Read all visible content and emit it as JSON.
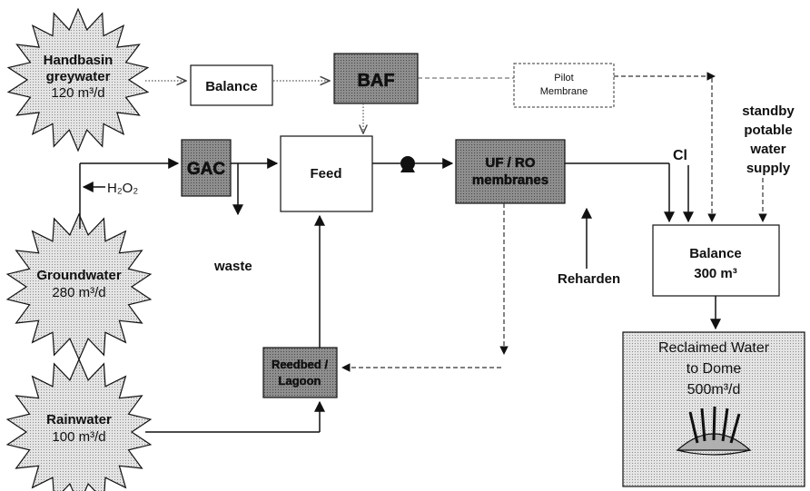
{
  "sources": {
    "handbasin": {
      "line1": "Handbasin",
      "line2": "greywater",
      "flow": "120 m³/d"
    },
    "groundwater": {
      "line1": "Groundwater",
      "flow": "280 m³/d"
    },
    "rainwater": {
      "line1": "Rainwater",
      "flow": "100 m³/d"
    }
  },
  "units": {
    "balance_top": "Balance",
    "baf": "BAF",
    "pilot_line1": "Pilot",
    "pilot_line2": "Membrane",
    "gac": "GAC",
    "feed": "Feed",
    "membranes_line1": "UF / RO",
    "membranes_line2": "membranes",
    "reedbed_line1": "Reedbed /",
    "reedbed_line2": "Lagoon",
    "balance_main_line1": "Balance",
    "balance_main_line2": "300 m³",
    "reclaimed_line1": "Reclaimed Water",
    "reclaimed_line2": "to Dome",
    "reclaimed_line3": "500m³/d"
  },
  "labels": {
    "h2o2": "H₂O₂",
    "waste": "waste",
    "reharden": "Reharden",
    "cl": "Cl",
    "standby_line1": "standby",
    "standby_line2": "potable",
    "standby_line3": "water",
    "standby_line4": "supply"
  },
  "colors": {
    "dark_fill": "#8a8a8a",
    "light_fill": "#d9d9d9",
    "line": "#111111",
    "dashed_line": "#555555"
  }
}
